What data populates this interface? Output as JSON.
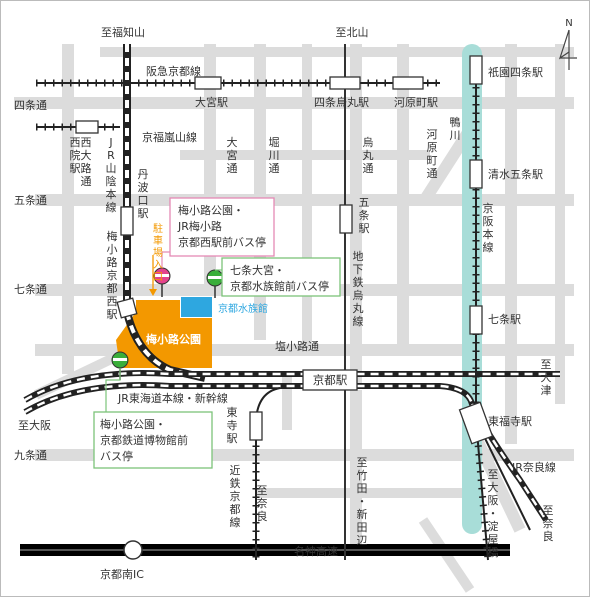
{
  "north": "N",
  "colors": {
    "road": "#dcdcdc",
    "river": "#a8ddd8",
    "park": "#f39800",
    "aquarium": "#2ea7e0",
    "rail": "#222222",
    "stop_pink": "#e4438c",
    "stop_green": "#3aae3a",
    "box_pink": "#e48ab5",
    "box_green": "#7cc47a",
    "parking_text": "#f39800"
  },
  "lines": {
    "hankyu": "阪急京都線",
    "sagano": "JR山陰本線",
    "arashiyama": "京福嵐山線",
    "tokaido": "JR東海道本線・新幹線",
    "karasuma_subway": "地下鉄烏丸線",
    "kintetsu": "近鉄京都線",
    "keihan": "京阪本線",
    "nara": "JR奈良線",
    "meishin": "名神高速"
  },
  "directions": {
    "fukuchiyama": "至福知山",
    "kitayama": "至北山",
    "osaka": "至大阪",
    "osaka_yodoyabashi": "至大阪・淀屋橋",
    "otsu": "至大津",
    "nara_kintetsu": "至奈良",
    "nara_jr": "至奈良",
    "takeda": "至竹田・新田辺"
  },
  "streets": {
    "shijo": "四条通",
    "gojo": "五条通",
    "shichijo": "七条通",
    "kujo": "九条通",
    "shiokoji": "塩小路通",
    "nishioji": "西大路通",
    "omiya": "大宮通",
    "horikawa": "堀川通",
    "karasuma": "烏丸通",
    "kawaramachi": "河原町通"
  },
  "river": "鴨川",
  "stations": {
    "omiya": "大宮駅",
    "shijo_karasuma": "四条烏丸駅",
    "kawaramachi": "河原町駅",
    "nishiin": "西院駅",
    "tambaguchi": "丹波口駅",
    "umekoji_nishi": "梅小路京都西駅",
    "kyoto": "京都駅",
    "toji": "東寺駅",
    "gojo": "五条駅",
    "gion_shijo": "祇園四条駅",
    "kiyomizu_gojo": "清水五条駅",
    "shichijo": "七条駅",
    "tofukuji": "東福寺駅"
  },
  "places": {
    "park": "梅小路公園",
    "aquarium": "京都水族館",
    "parking": "駐車場入口"
  },
  "bus_stops": {
    "pink": "梅小路公園・\nJR梅小路\n京都西駅前バス停",
    "green_top": "七条大宮・\n京都水族館前バス停",
    "green_bottom": "梅小路公園・\n京都鉄道博物館前\nバス停"
  },
  "interchange": "京都南IC"
}
